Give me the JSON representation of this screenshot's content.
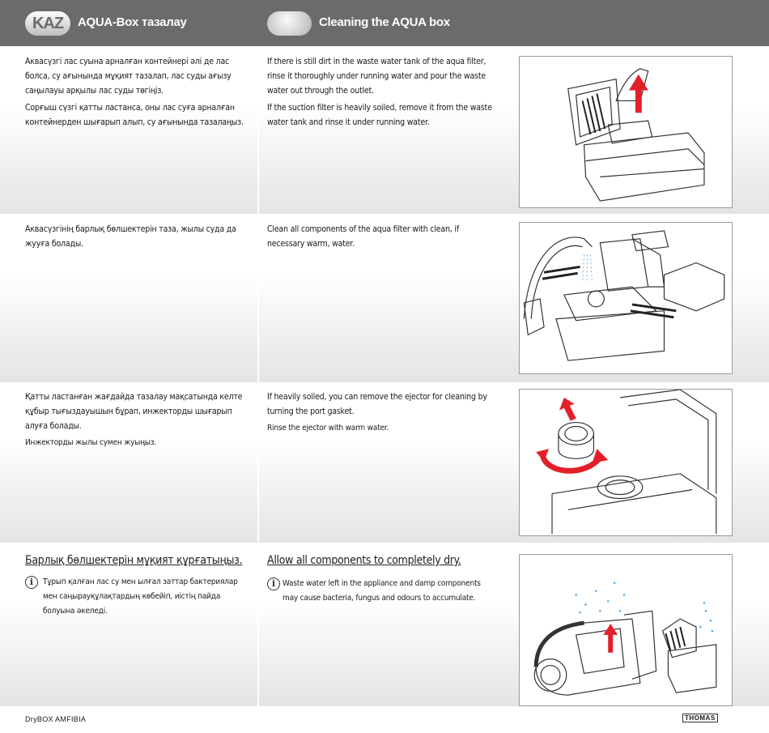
{
  "header": {
    "kz_badge": "KAZ",
    "kz_title": "AQUA-Box тазалау",
    "en_title": "Cleaning the AQUA box"
  },
  "sections": [
    {
      "kz": [
        "Аквасүзгі лас суына арналған контейнері әлі де лас болса, су ағынында мұқият тазалап, лас суды ағызу саңылауы арқылы лас суды төгіңіз.",
        "Сорғыш сүзгі қатты ластанса, оны лас суға арналған контейнерден шығарып алып, су ағынында тазалаңыз."
      ],
      "en": [
        "If there is still dirt in the waste water tank of the aqua filter, rinse it thoroughly under running water and pour the waste water out through the outlet.",
        "If the suction filter is heavily soiled, remove it from the waste water tank and rinse it under running water."
      ]
    },
    {
      "kz": [
        "Аквасүзгінің барлық бөлшектерін таза, жылы суда да жууға болады."
      ],
      "en": [
        "Clean all components of the aqua filter with clean, if necessary warm, water."
      ]
    },
    {
      "kz": [
        "Қатты ластанған жағдайда тазалау мақсатында келте құбыр тығыздауышын бұрап, инжекторды шығарып алуға болады.",
        "Инжекторды жылы сумен жуыңыз."
      ],
      "en": [
        "If heavily soiled, you can remove the ejector for cleaning by turning the port gasket.",
        "Rinse the ejector with warm water."
      ]
    },
    {
      "kz_heading": "Барлық бөлшектерін мұқият құрғатыңыз.",
      "kz_note": "Тұрып қалған лас су мен ылғал заттар бактериялар мен саңырауқұлақтардың көбейіп, иістің пайда болуына әкеледі.",
      "en_heading": "Allow all components to completely dry.",
      "en_note": "Waste water left in the appliance and damp components may cause bacteria, fungus and odours to accumulate."
    }
  ],
  "icons": {
    "info": "i"
  },
  "footer": {
    "model": "DryBOX AMFIBIA",
    "brand": "THOMAS"
  },
  "colors": {
    "header_bg": "#6b6b6b",
    "arrow_red": "#e3202a"
  }
}
